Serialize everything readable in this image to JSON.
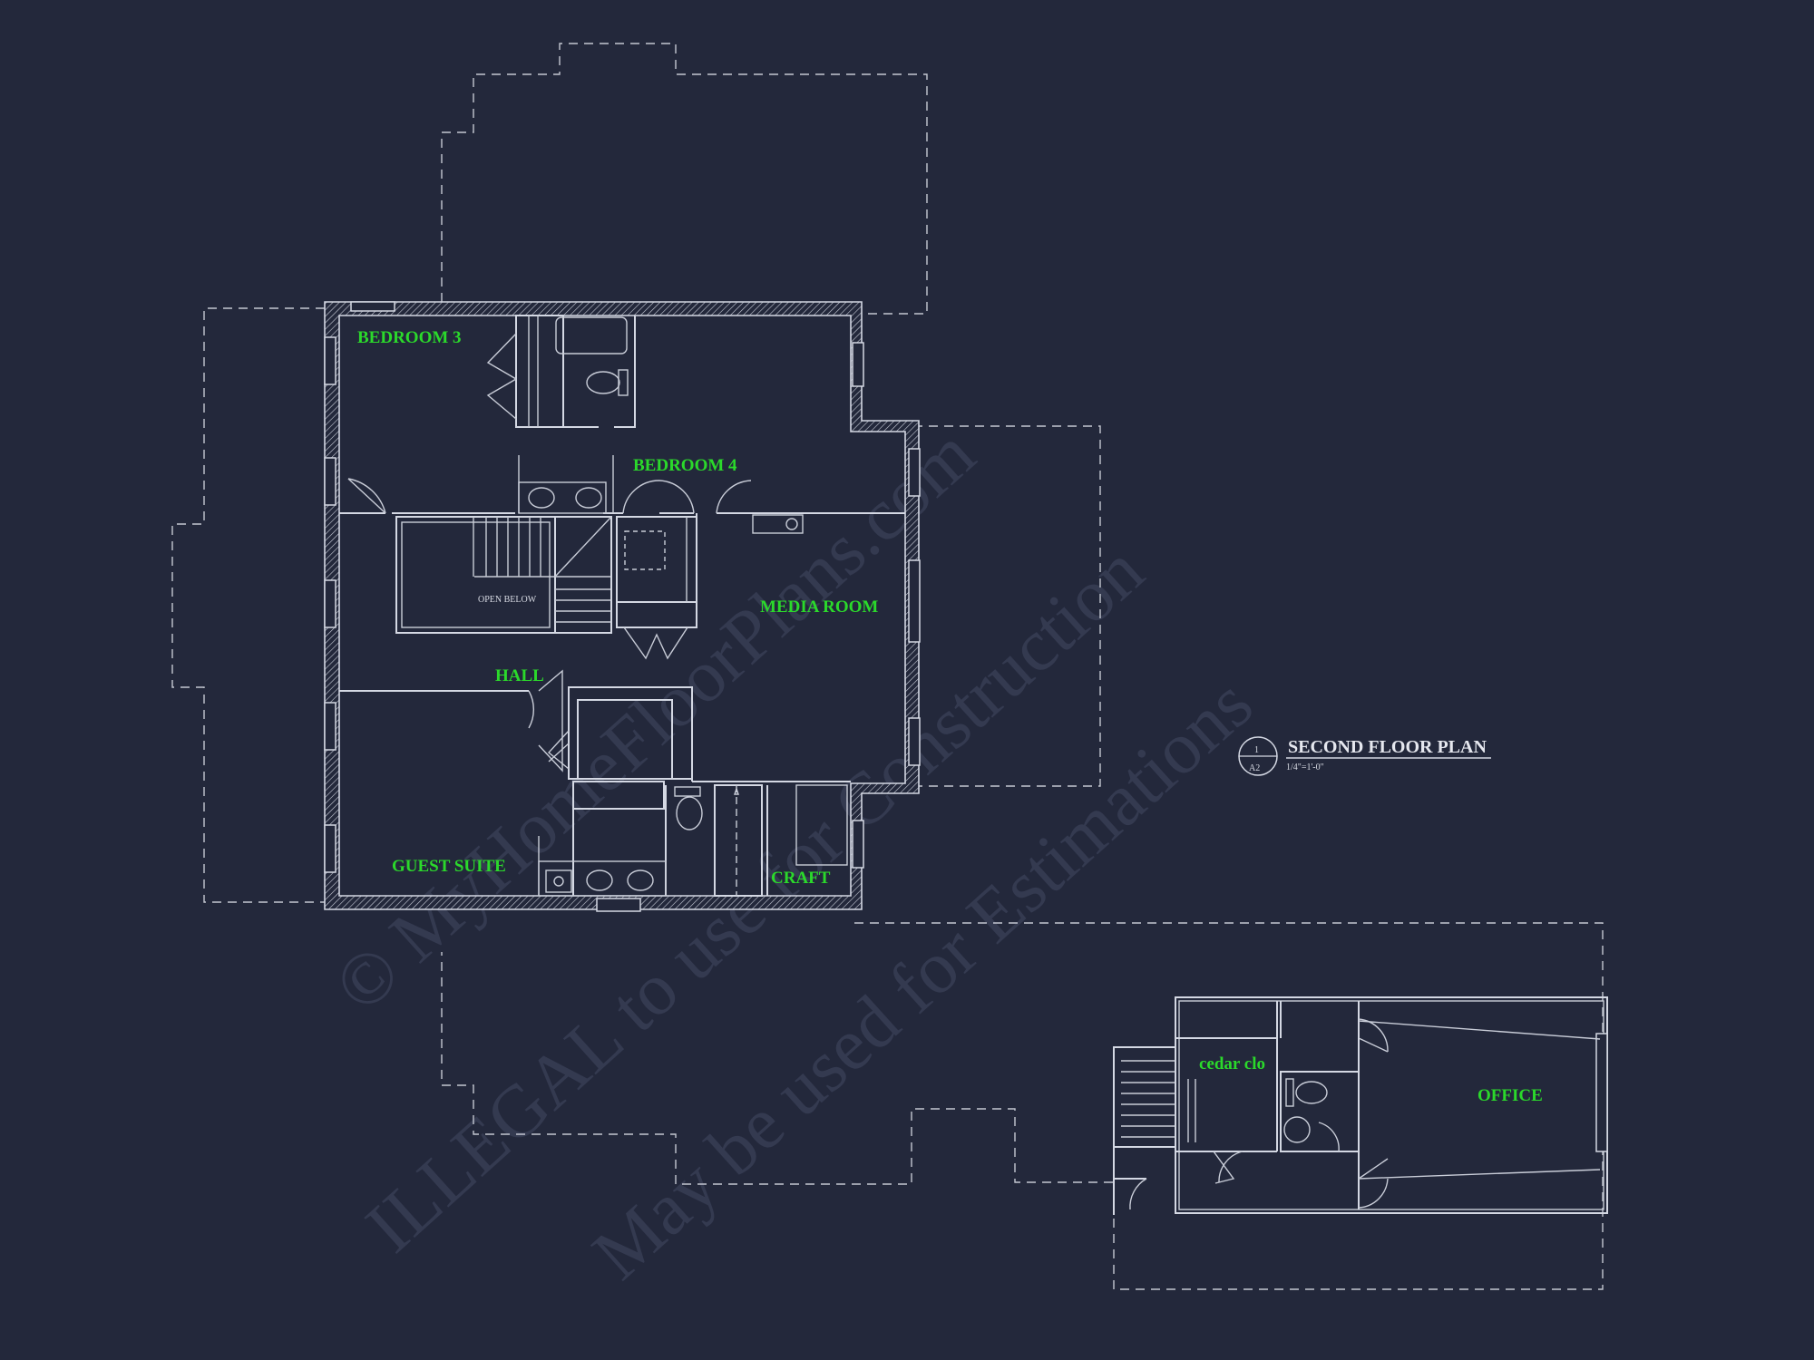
{
  "watermark": {
    "line1": "© MyHomeFloorPlans.com",
    "line2": "ILLEGAL to use for Construction",
    "line3": "May be used for Estimations"
  },
  "rooms": {
    "bedroom3": "BEDROOM 3",
    "bedroom4": "BEDROOM 4",
    "media_room": "MEDIA ROOM",
    "hall": "HALL",
    "guest_suite": "GUEST SUITE",
    "craft": "CRAFT",
    "cedar_clo": "cedar clo",
    "office": "OFFICE"
  },
  "notes": {
    "open_below": "OPEN BELOW"
  },
  "title_block": {
    "number": "1",
    "sheet": "A2",
    "title": "SECOND FLOOR PLAN",
    "scale": "1/4\"=1'-0\""
  },
  "colors": {
    "background": "#23283b",
    "linework": "#d4d8e3",
    "room_label": "#2bd92b"
  }
}
